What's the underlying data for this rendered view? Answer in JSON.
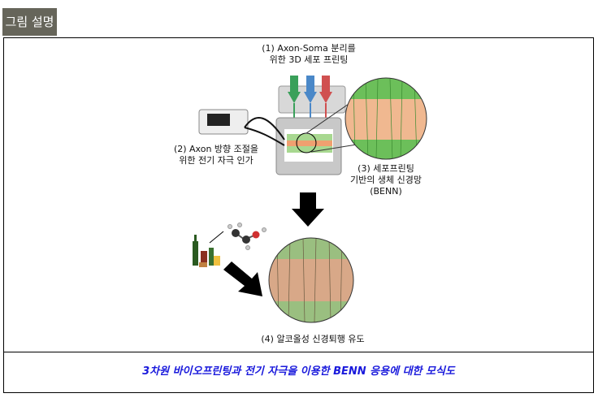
{
  "header": {
    "tab_label": "그림 설명"
  },
  "figure": {
    "label1": [
      "(1) Axon-Soma 분리를",
      "위한 3D 세포 프린팅"
    ],
    "label2": [
      "(2) Axon 방향 조절을",
      "위한 전기 자극 인가"
    ],
    "label3": [
      "(3) 세포프린팅",
      "기반의 생체 신경망",
      "(BENN)"
    ],
    "label4": "(4) 알코올성 신경퇴행 유도",
    "colors": {
      "nozzle_green": "#3aa05a",
      "nozzle_blue": "#4a88c8",
      "nozzle_red": "#d05050",
      "tissue_orange": "#f0b890",
      "tissue_green": "#6cbf5a"
    }
  },
  "caption": "3차원 바이오프린팅과 전기 자극을 이용한 BENN 응용에 대한 모식도"
}
